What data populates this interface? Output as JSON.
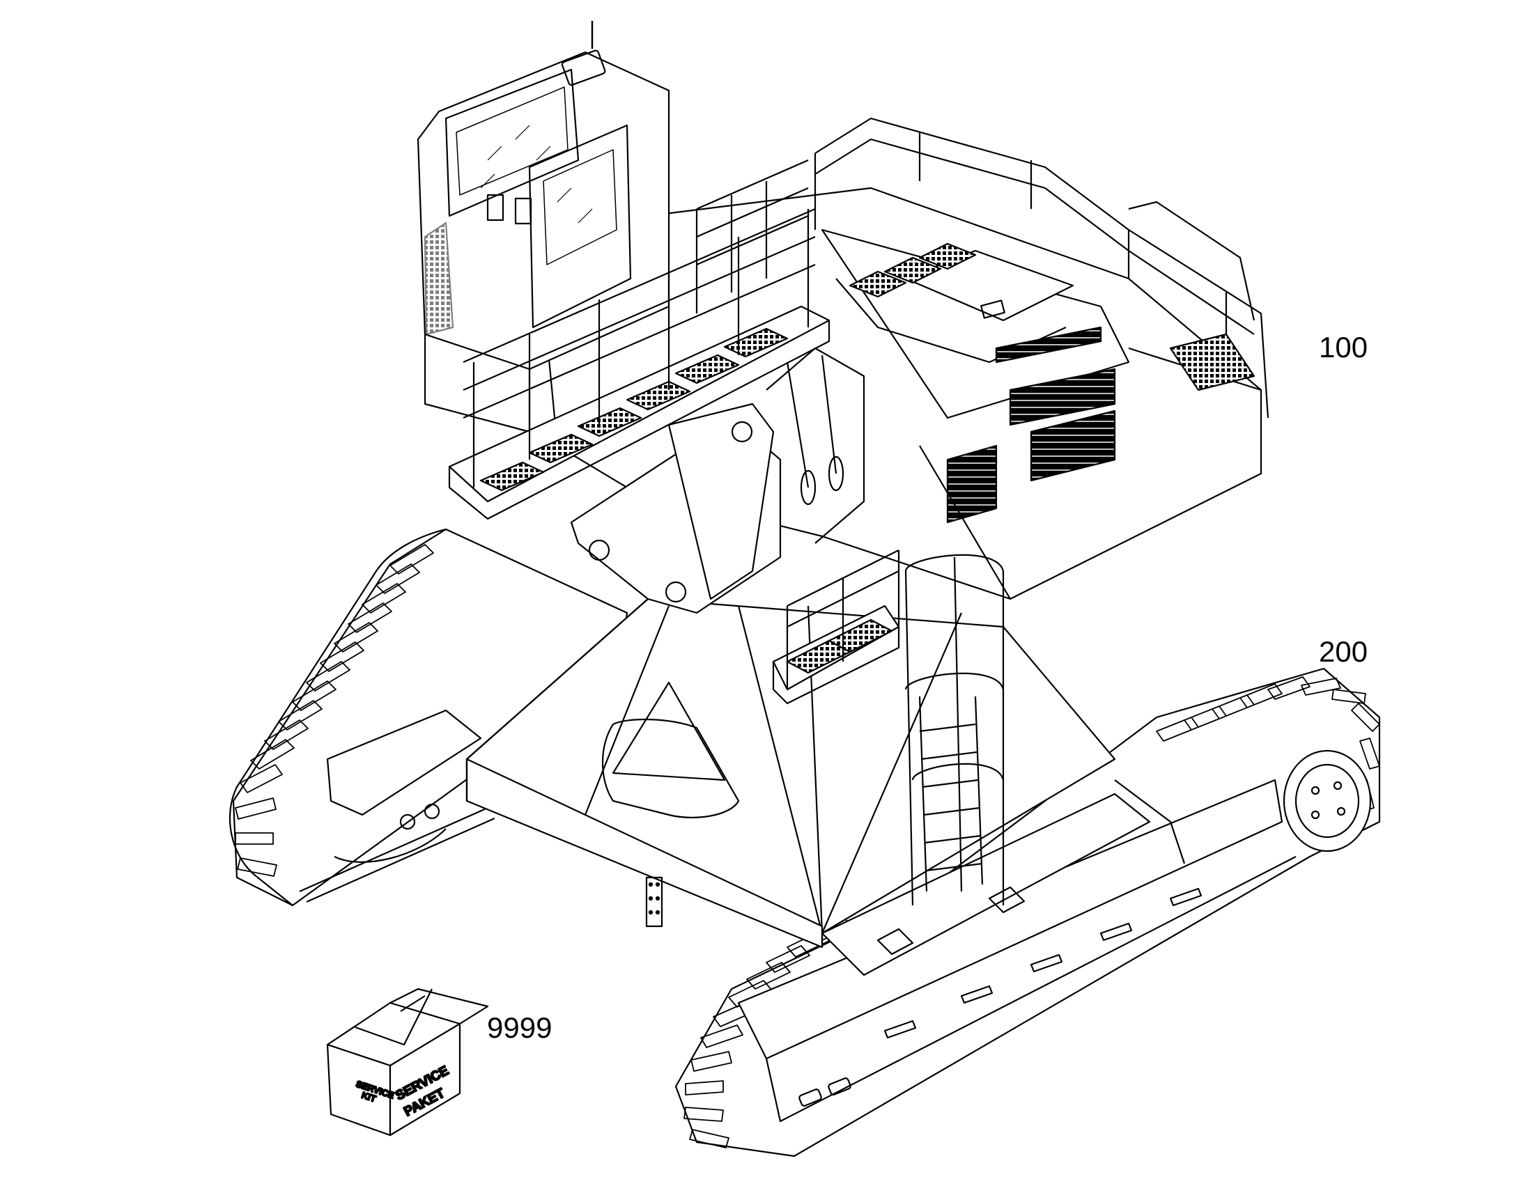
{
  "callouts": {
    "superstructure": "100",
    "undercarriage": "200",
    "service_kit": "9999"
  },
  "service_box": {
    "side_left_line1": "SERVICE",
    "side_left_line2": "KIT",
    "side_right_line1": "SERVICE",
    "side_right_line2": "PAKET"
  },
  "colors": {
    "line": "#000000",
    "background": "#ffffff"
  }
}
